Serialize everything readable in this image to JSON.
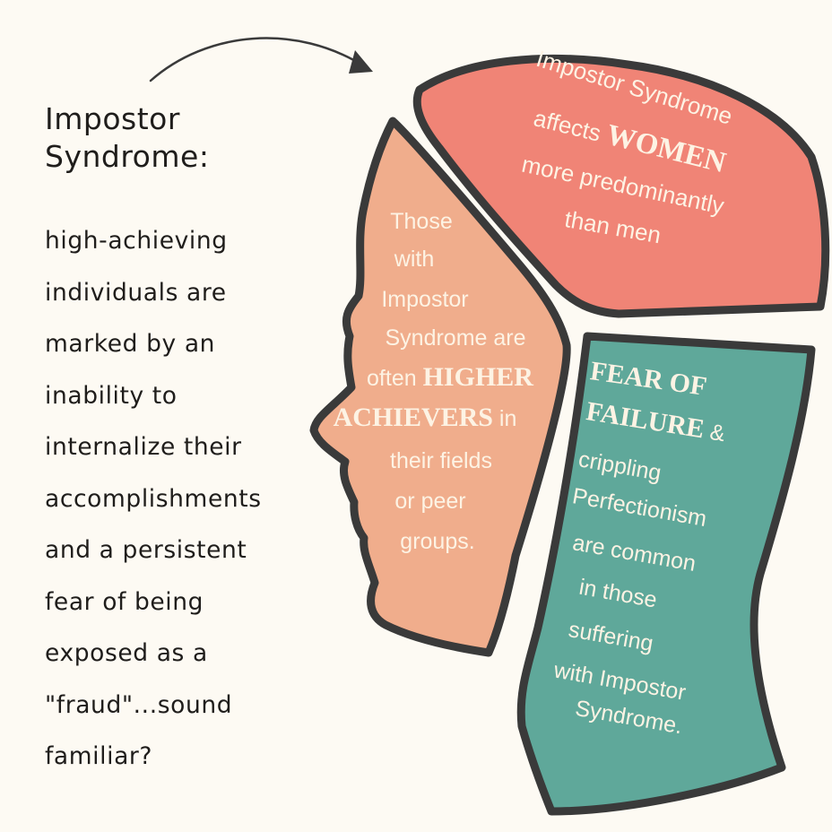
{
  "title": [
    "Impostor",
    "Syndrome:"
  ],
  "description": [
    "high-achieving",
    "individuals are",
    "marked by an",
    "inability to",
    "internalize their",
    "accomplishments",
    "and a persistent",
    "fear of being",
    "exposed as a",
    "\"fraud\"...sound",
    "familiar?"
  ],
  "brain": {
    "lines": [
      [
        {
          "t": "Impostor Syndrome",
          "b": false
        }
      ],
      [
        {
          "t": "affects ",
          "b": false
        },
        {
          "t": "WOMEN",
          "b": true
        }
      ],
      [
        {
          "t": "more predominantly",
          "b": false
        }
      ],
      [
        {
          "t": "than men",
          "b": false
        }
      ]
    ]
  },
  "face": {
    "lines": [
      [
        {
          "t": "Those",
          "b": false
        }
      ],
      [
        {
          "t": "with",
          "b": false
        }
      ],
      [
        {
          "t": "Impostor",
          "b": false
        }
      ],
      [
        {
          "t": "Syndrome are",
          "b": false
        }
      ],
      [
        {
          "t": "often ",
          "b": false
        },
        {
          "t": "HIGHER",
          "b": true
        }
      ],
      [
        {
          "t": "ACHIEVERS",
          "b": true
        },
        {
          "t": " in",
          "b": false
        }
      ],
      [
        {
          "t": "their fields",
          "b": false
        }
      ],
      [
        {
          "t": "or peer",
          "b": false
        }
      ],
      [
        {
          "t": "groups.",
          "b": false
        }
      ]
    ]
  },
  "neck": {
    "lines": [
      [
        {
          "t": "FEAR OF",
          "b": true
        }
      ],
      [
        {
          "t": "FAILURE",
          "b": true
        },
        {
          "t": " &",
          "b": false
        }
      ],
      [
        {
          "t": "crippling",
          "b": false
        }
      ],
      [
        {
          "t": "Perfectionism",
          "b": false
        }
      ],
      [
        {
          "t": "are common",
          "b": false
        }
      ],
      [
        {
          "t": "in those",
          "b": false
        }
      ],
      [
        {
          "t": "suffering",
          "b": false
        }
      ],
      [
        {
          "t": "with Impostor",
          "b": false
        }
      ],
      [
        {
          "t": "Syndrome.",
          "b": false
        }
      ]
    ]
  },
  "colors": {
    "background": "#fdfaf3",
    "text": "#1f1d1b",
    "outline": "#3a3a3a",
    "brain_fill": "#f08476",
    "face_fill": "#f0ad8c",
    "neck_fill": "#5fa89a",
    "label_text": "#fdf3e4"
  },
  "icons": {
    "arrow": "curved-arrow-icon"
  }
}
